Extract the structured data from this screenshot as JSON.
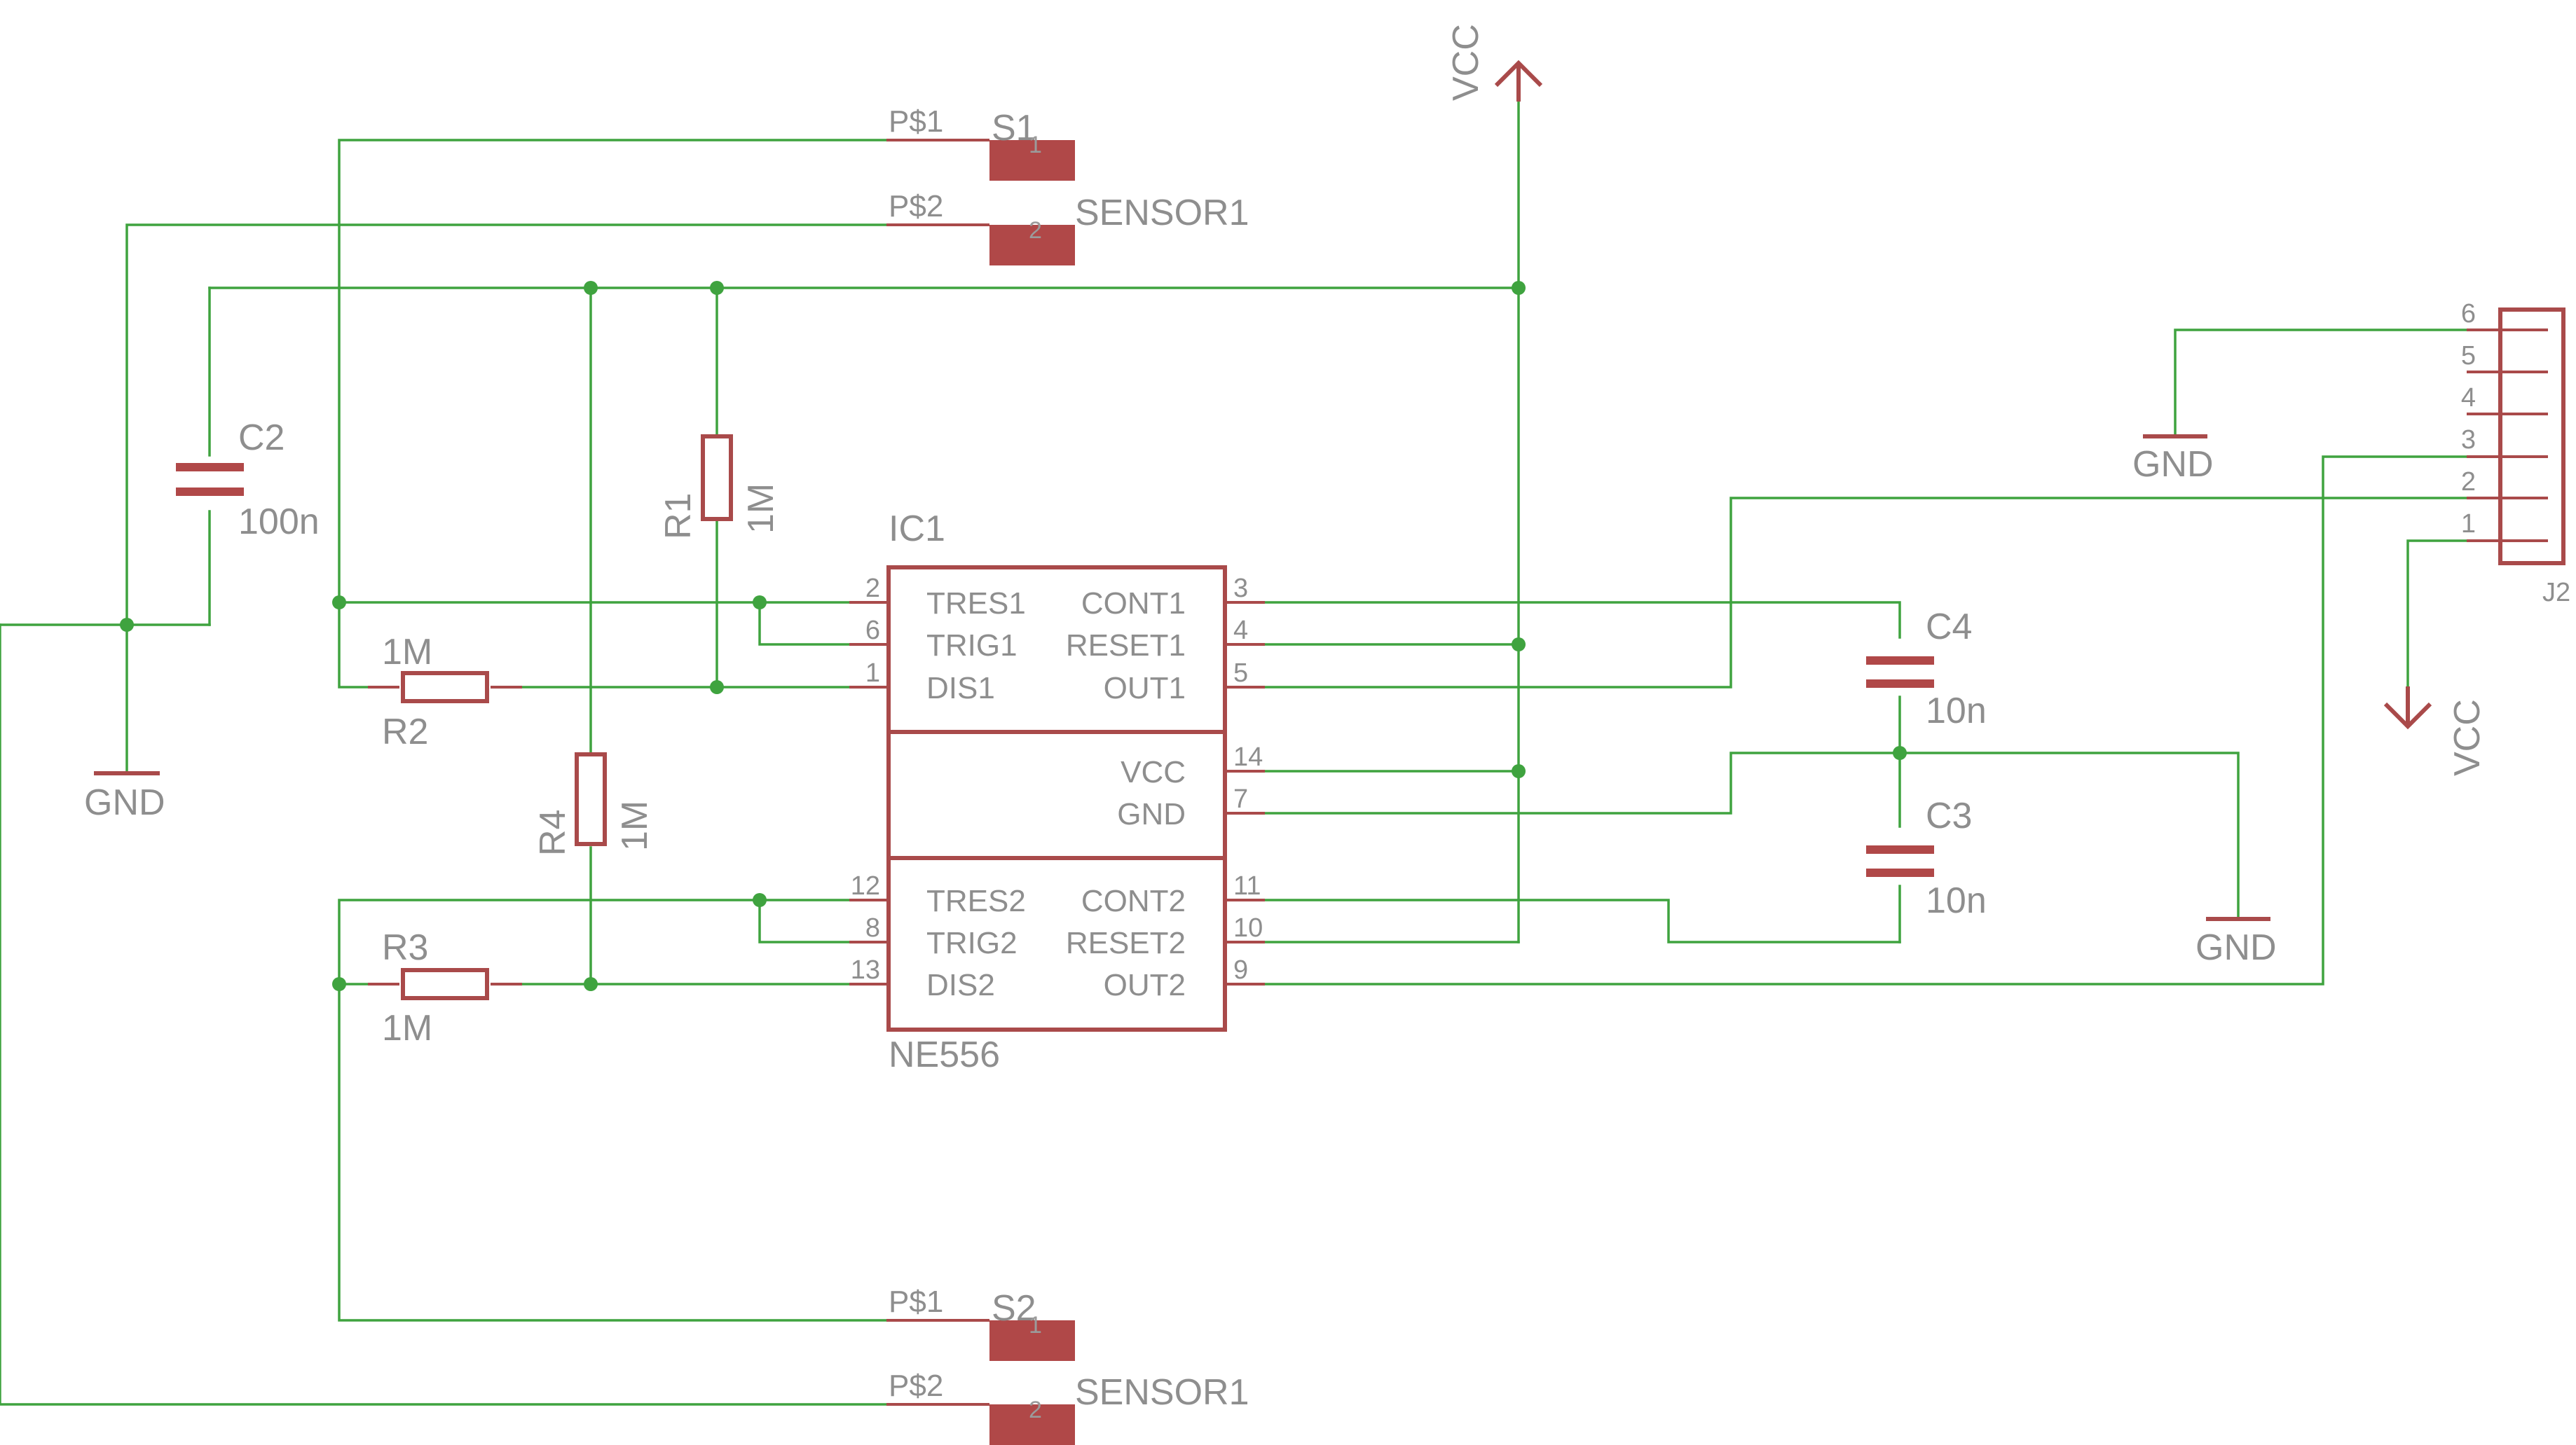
{
  "sensor_top": {
    "ref": "S1",
    "value": "SENSOR1",
    "pad1": "P$1",
    "pad2": "P$2",
    "num1": "1",
    "num2": "2"
  },
  "sensor_bottom": {
    "ref": "S2",
    "value": "SENSOR1",
    "pad1": "P$1",
    "pad2": "P$2",
    "num1": "1",
    "num2": "2"
  },
  "vcc_top": "VCC",
  "vcc_right": "VCC",
  "gnd_left": "GND",
  "gnd_j2": "GND",
  "gnd_c3": "GND",
  "c2": {
    "ref": "C2",
    "value": "100n"
  },
  "r1": {
    "ref": "R1",
    "value": "1M"
  },
  "r2": {
    "ref": "R2",
    "value": "1M"
  },
  "r3": {
    "ref": "R3",
    "value": "1M"
  },
  "r4": {
    "ref": "R4",
    "value": "1M"
  },
  "c3": {
    "ref": "C3",
    "value": "10n"
  },
  "c4": {
    "ref": "C4",
    "value": "10n"
  },
  "ic": {
    "ref": "IC1",
    "value": "NE556",
    "left_pins": [
      {
        "num": "2",
        "label": "TRES1"
      },
      {
        "num": "6",
        "label": "TRIG1"
      },
      {
        "num": "1",
        "label": "DIS1"
      },
      {
        "num": "12",
        "label": "TRES2"
      },
      {
        "num": "8",
        "label": "TRIG2"
      },
      {
        "num": "13",
        "label": "DIS2"
      }
    ],
    "right_pins": [
      {
        "num": "3",
        "label": "CONT1"
      },
      {
        "num": "4",
        "label": "RESET1"
      },
      {
        "num": "5",
        "label": "OUT1"
      },
      {
        "num": "14",
        "label": "VCC"
      },
      {
        "num": "7",
        "label": "GND"
      },
      {
        "num": "11",
        "label": "CONT2"
      },
      {
        "num": "10",
        "label": "RESET2"
      },
      {
        "num": "9",
        "label": "OUT2"
      }
    ]
  },
  "j2": {
    "ref": "J2",
    "pins": [
      "6",
      "5",
      "4",
      "3",
      "2",
      "1"
    ]
  }
}
